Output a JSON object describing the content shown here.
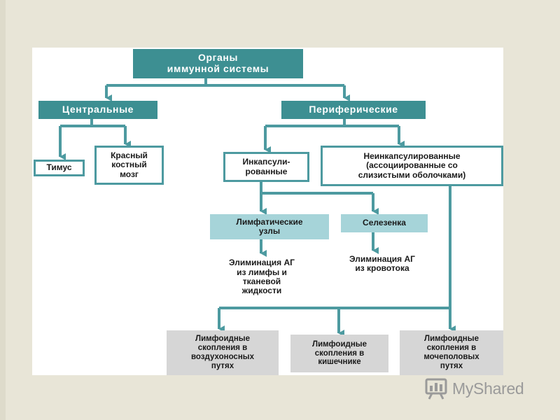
{
  "colors": {
    "slide_background": "#e8e5d7",
    "accent_teal": "#3d8f92",
    "outline_teal": "#4d9aa0",
    "light_teal": "#a6d4d9",
    "grey_box": "#d6d6d6",
    "arrow": "#4d9aa0"
  },
  "diagram": {
    "root": "Органы\nиммунной системы",
    "central": "Центральные",
    "peripheral": "Периферические",
    "thymus": "Тимус",
    "bone_marrow": "Красный\nкостный\nмозг",
    "encapsulated": "Инкапсули-\nрованные",
    "non_encapsulated": "Неинкапсулированные\n(ассоциированные со\nслизистыми оболочками)",
    "lymph_nodes": "Лимфатические\nузлы",
    "spleen": "Селезенка",
    "lymph_nodes_function": "Элиминация АГ\nиз лимфы и\nтканевой\nжидкости",
    "spleen_function": "Элиминация АГ\nиз кровотока",
    "airways_clusters": "Лимфоидные\nскопления в\nвоздухоносных\nпутях",
    "intestine_clusters": "Лимфоидные\nскопления в\nкишечнике",
    "urogenital_clusters": "Лимфоидные\nскопления в\nмочеполовых\nпутях"
  },
  "watermark": {
    "text": "MyShared",
    "icon": "presentation-board-icon"
  }
}
